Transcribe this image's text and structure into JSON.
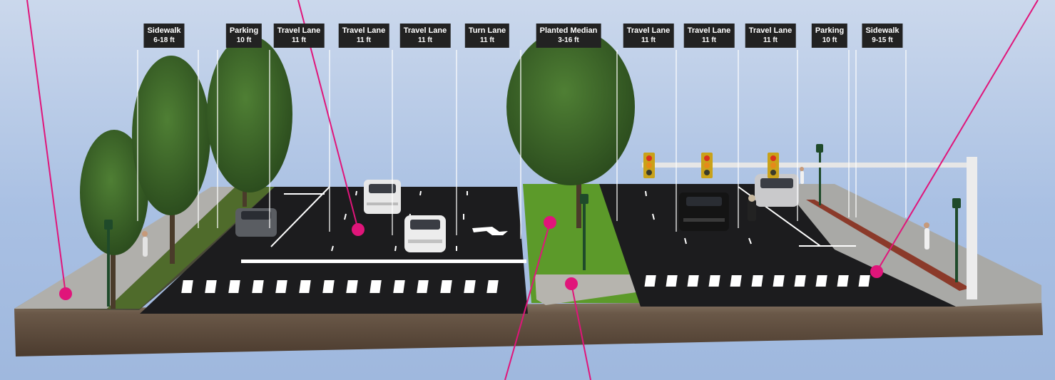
{
  "lane_labels": [
    {
      "name": "Sidewalk",
      "width": "6-18 ft"
    },
    {
      "name": "Parking",
      "width": "10 ft"
    },
    {
      "name": "Travel Lane",
      "width": "11 ft"
    },
    {
      "name": "Travel Lane",
      "width": "11 ft"
    },
    {
      "name": "Travel Lane",
      "width": "11 ft"
    },
    {
      "name": "Turn Lane",
      "width": "11 ft"
    },
    {
      "name": "Planted Median",
      "width": "3-16 ft"
    },
    {
      "name": "Travel Lane",
      "width": "11 ft"
    },
    {
      "name": "Travel Lane",
      "width": "11 ft"
    },
    {
      "name": "Travel Lane",
      "width": "11 ft"
    },
    {
      "name": "Parking",
      "width": "10 ft"
    },
    {
      "name": "Sidewalk",
      "width": "9-15 ft"
    }
  ],
  "colors": {
    "callout": "#e0157a",
    "asphalt": "#1c1c1e",
    "sidewalk": "#a9a9a6",
    "grass": "#5c9a2a",
    "soil": "#5c4b3b",
    "label_bg": "#222222"
  },
  "icons": [
    "callout-dot",
    "traffic-signal",
    "street-lamp",
    "tree",
    "car"
  ]
}
